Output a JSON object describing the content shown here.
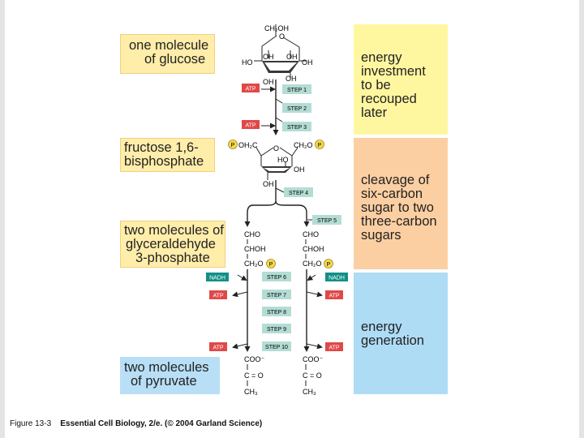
{
  "labels": {
    "glucose": [
      "one molecule",
      "of glucose"
    ],
    "fructose": [
      "fructose 1,6-",
      "bisphosphate"
    ],
    "glyceraldehyde": [
      "two molecules of",
      "glyceraldehyde",
      "3-phosphate"
    ],
    "pyruvate": [
      "two molecules",
      "of pyruvate"
    ]
  },
  "phases": {
    "investment": [
      "energy",
      "investment",
      "to be",
      "recouped",
      "later"
    ],
    "cleavage": [
      "cleavage of",
      "six-carbon",
      "sugar to two",
      "three-carbon",
      "sugars"
    ],
    "generation": [
      "energy",
      "generation"
    ]
  },
  "steps": [
    "STEP 1",
    "STEP 2",
    "STEP 3",
    "STEP 4",
    "STEP 5",
    "STEP 6",
    "STEP 7",
    "STEP 8",
    "STEP 9",
    "STEP 10"
  ],
  "tags": {
    "atp": "ATP",
    "nadh": "NADH",
    "p": "P"
  },
  "chem": {
    "ch2oh": "CH₂OH",
    "oh": "OH",
    "ho": "HO",
    "o": "O",
    "p_oh2c": "OH₂C",
    "ch2o": "CH₂O",
    "cho": "CHO",
    "choh": "CHOH",
    "coo": "COO⁻",
    "co": "C = O",
    "ch3": "CH₃"
  },
  "caption": {
    "figure": "Figure 13-3",
    "book": "Essential Cell Biology, 2/e. (© 2004 Garland Science)"
  },
  "colors": {
    "label_bg": "#ffedaa",
    "label_border": "#f2cf80",
    "investment_bg": "#fff7a0",
    "cleavage_bg": "#fbcfa2",
    "generation_bg": "#aedcf5",
    "pyruvate_bg": "#b8dff6",
    "atp": "#e04848",
    "nadh": "#138f86",
    "step": "#b3ddd4",
    "phosphate": "#f3d94a"
  }
}
